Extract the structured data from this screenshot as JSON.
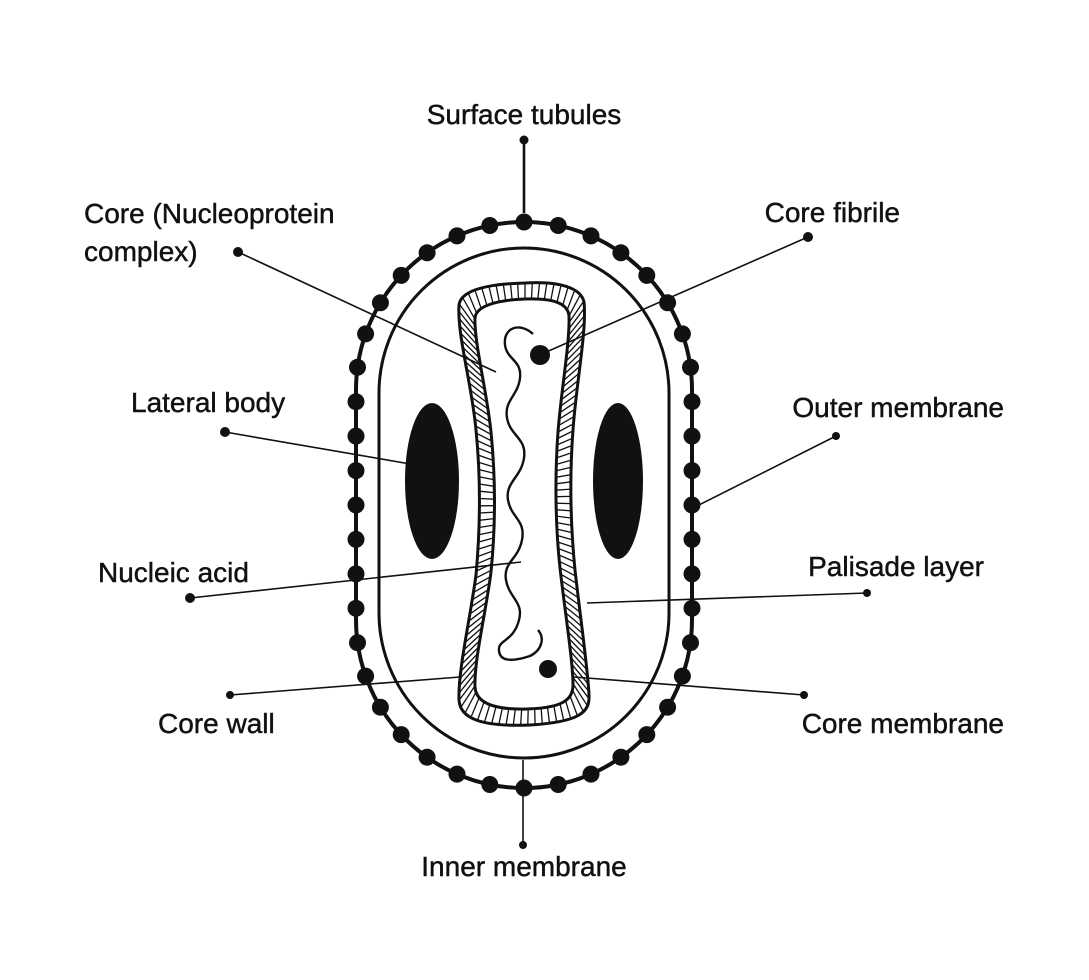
{
  "colors": {
    "ink": "#111111",
    "background": "#ffffff"
  },
  "labels": {
    "surface_tubules": "Surface tubules",
    "core_nucleoprotein_line1": "Core (Nucleoprotein",
    "core_nucleoprotein_line2": "complex)",
    "core_fibrile": "Core fibrile",
    "lateral_body": "Lateral body",
    "outer_membrane": "Outer membrane",
    "nucleic_acid": "Nucleic acid",
    "palisade_layer": "Palisade layer",
    "core_wall": "Core wall",
    "core_membrane": "Core membrane",
    "inner_membrane": "Inner membrane"
  }
}
